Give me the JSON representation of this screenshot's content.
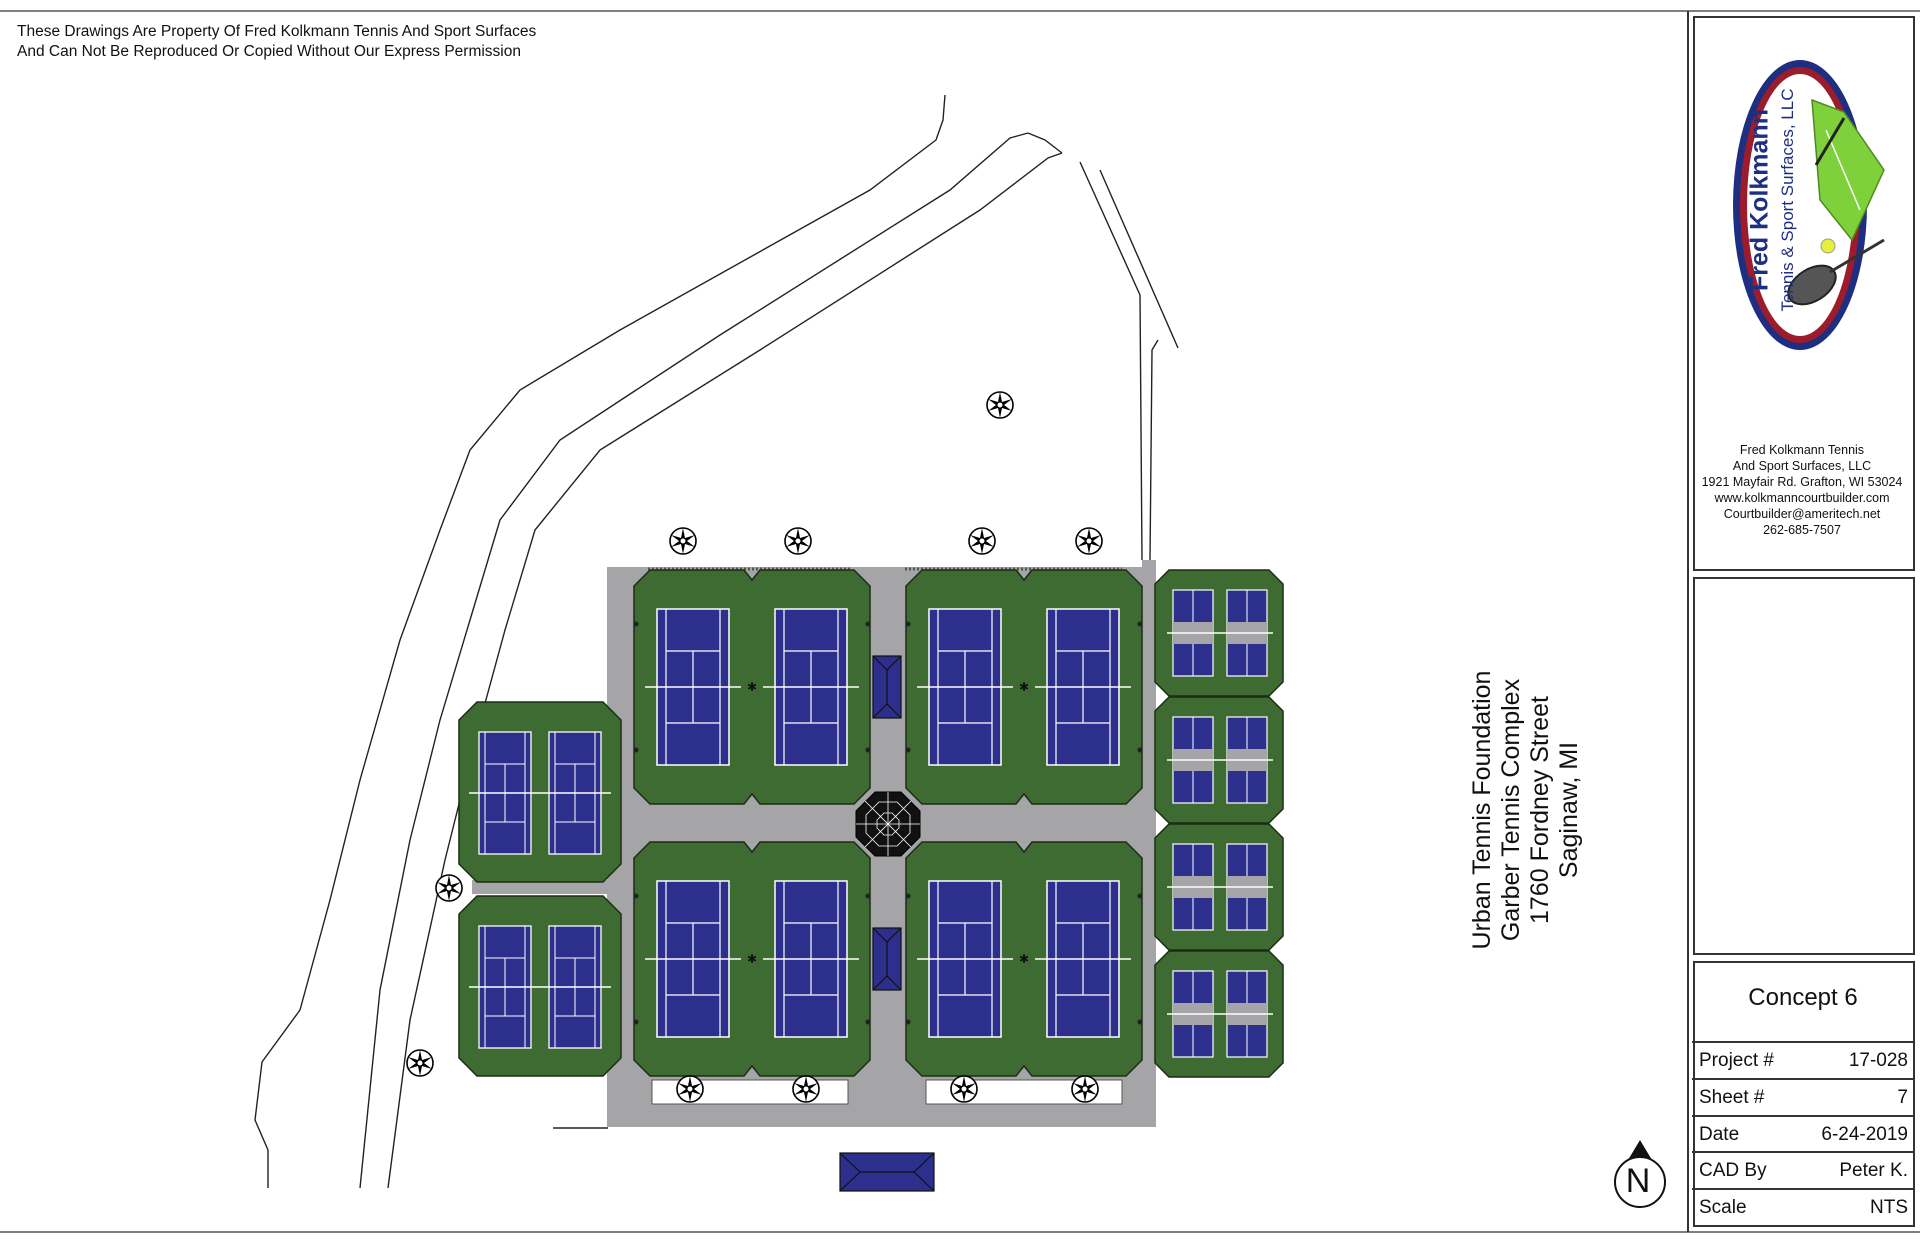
{
  "notice": {
    "line1": "These Drawings Are Property Of Fred Kolkmann Tennis And Sport Surfaces",
    "line2": "And Can Not Be Reproduced Or Copied Without Our Express Permission"
  },
  "logo": {
    "name": "Fred Kolkmann",
    "subtitle": "Tennis & Sport Surfaces, LLC"
  },
  "company": {
    "line1": "Fred Kolkmann Tennis",
    "line2": "And Sport Surfaces, LLC",
    "line3": "1921 Mayfair Rd. Grafton, WI 53024",
    "line4": "www.kolkmanncourtbuilder.com",
    "line5": "Courtbuilder@ameritech.net",
    "line6": "262-685-7507"
  },
  "project": {
    "line1": "Urban Tennis Foundation",
    "line2": "Garber Tennis Complex",
    "line3": "1760 Fordney Street",
    "line4": "Saginaw, MI"
  },
  "concept": "Concept 6",
  "title_block": [
    {
      "label": "Project #",
      "value": "17-028"
    },
    {
      "label": "Sheet #",
      "value": "7"
    },
    {
      "label": "Date",
      "value": "6-24-2019"
    },
    {
      "label": "CAD By",
      "value": "Peter K."
    },
    {
      "label": "Scale",
      "value": "NTS"
    }
  ],
  "north": "N",
  "colors": {
    "turf_green": "#3e6b31",
    "court_blue": "#2d2f8c",
    "paving_gray": "#a5a5a7",
    "logo_red": "#9c1c2b",
    "logo_navy": "#1e2f82",
    "logo_green": "#7ed13a"
  }
}
